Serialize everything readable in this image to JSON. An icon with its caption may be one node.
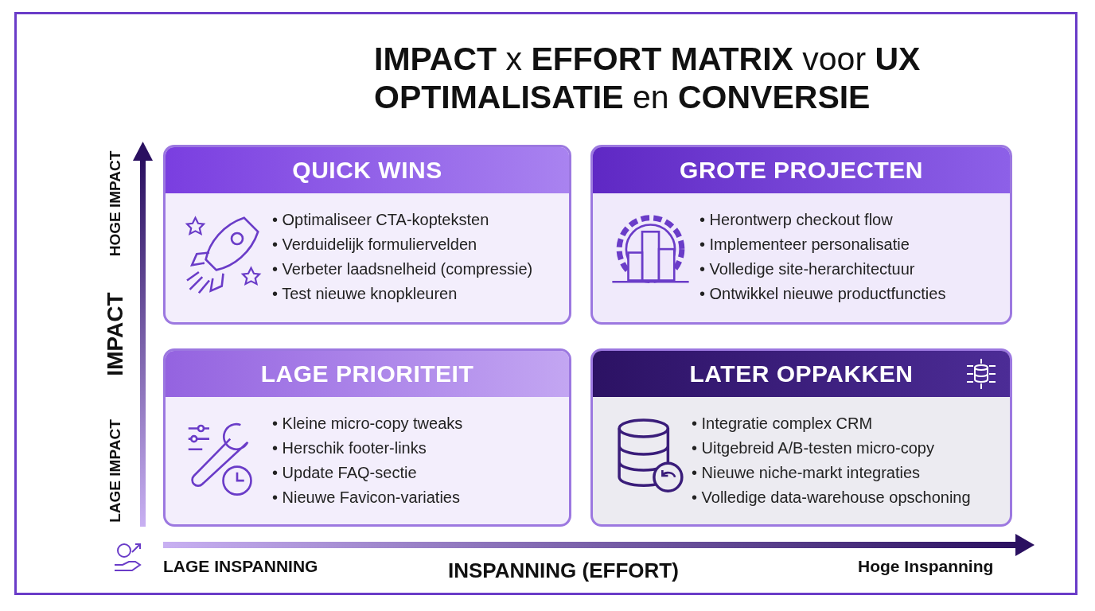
{
  "diagram": {
    "title": "**IMPACT** x **EFFORT MATRIX** voor **UX OPTIMALISATIE** en **CONVERSIE**",
    "nodes": [
      {
        "text": [
          "QUICK WINS",
          "• Optimaliseer CTA-kopteksten",
          "• Verduidelijk formuliervelden",
          "• Verbeter laadsnelheid (compressie)",
          "• Test nieuwe knopkleuren"
        ]
      },
      {
        "text": [
          "GROTE PROJECTEN",
          "• Herontwerp checkout flow",
          "• Implementeer personalisatie",
          "• Volledige site-herarchitectuur",
          "• Ontwikkel nieuwe productfuncties"
        ]
      },
      {
        "text": [
          "LAGE PRIORITEIT",
          "• Kleine micro-copy tweaks",
          "• Herschik footer-links",
          "• Update FAQ-sectie",
          "• Nieuwe Favicon-variaties"
        ]
      },
      {
        "text": [
          "LATER OPPAKKEN",
          "• Integratie complex CRM",
          "• Uitgebreid A/B-testen micro-copy",
          "• Nieuwe niche-markt integraties",
          "• Volledige data-warehouse opschoning"
        ]
      }
    ],
    "labels": [
      "HOGE IMPACT",
      "IMPACT",
      "LAGE IMPACT",
      "LAGE INSPANNING",
      "INSPANNING (EFFORT)",
      "Hoge Inspanning"
    ]
  }
}
